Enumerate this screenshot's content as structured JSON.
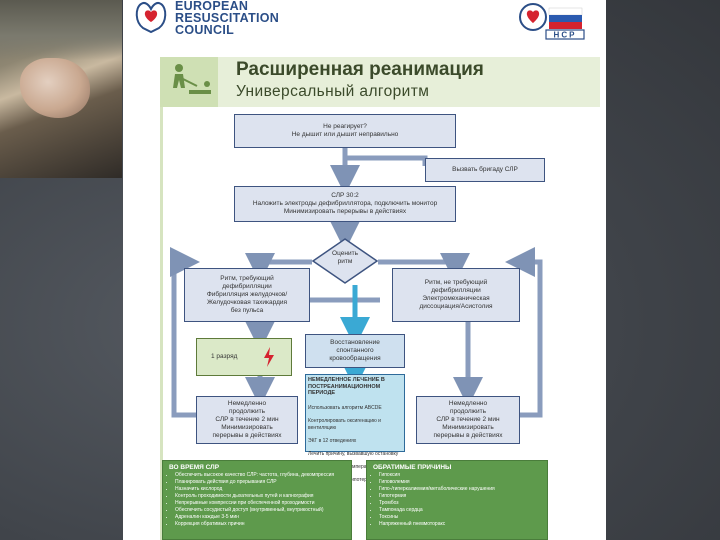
{
  "header": {
    "org_line1": "EUROPEAN",
    "org_line2": "RESUSCITATION",
    "org_line3": "COUNCIL",
    "nsr_abbr": "НСР"
  },
  "title": {
    "main": "Расширенная реанимация",
    "sub": "Универсальный алгоритм"
  },
  "flow": {
    "unresponsive": "Не реагирует?\nНе дышит или дышит неправильно",
    "call_team": "Вызвать бригаду СЛР",
    "cpr": "СЛР 30:2\nНаложить электроды дефибриллятора, подключить монитор\nМинимизировать перерывы в действиях",
    "assess": "Оценить\nритм",
    "shockable": "Ритм, требующий\nдефибрилляции\nФибрилляция желудочков/\nЖелудочковая тахикардия\nбез пульса",
    "nonshockable": "Ритм, не требующий\nдефибрилляции\nЭлектромеханическая\nдиссоциация/Асистолия",
    "one_shock": "1 разряд",
    "rosc": "Восстановление\nспонтанного\nкровообращения",
    "post_title": "НЕМЕДЛЕННОЕ ЛЕЧЕНИЕ В ПОСТРЕАНИМАЦИОННОМ ПЕРИОДЕ",
    "post_items": [
      "Использовать алгоритм ABCDE",
      "Контролировать оксигенацию и вентиляцию",
      "ЭКГ в 12 отведениях",
      "Лечить причину, вызвавшую остановку",
      "Контролировать температуру",
      "Терапевтическая гипотермия"
    ],
    "resume_left": "Немедленно\nпродолжить\nСЛР в течение 2 мин\nМинимизировать\nперерывы в действиях",
    "resume_right": "Немедленно\nпродолжить\nСЛР в течение 2 мин\nМинимизировать\nперерывы в действиях"
  },
  "panels": {
    "left_title": "ВО ВРЕМЯ СЛР",
    "left_items": [
      "Обеспечить высокое качество СЛР: частота, глубина, декомпрессия",
      "Планировать действия до прерывания СЛР",
      "Назначить кислород",
      "Контроль проходимости дыхательных путей и капнография",
      "Непрерывные компрессии при обеспеченной проходимости",
      "Обеспечить сосудистый доступ (внутривенный, внутрикостный)",
      "Адреналин каждые 3-5 мин",
      "Коррекция обратимых причин"
    ],
    "right_title": "ОБРАТИМЫЕ ПРИЧИНЫ",
    "right_items": [
      "Гипоксия",
      "Гиповолемия",
      "Гипо-/гиперкалиемия/метаболические нарушения",
      "Гипотермия",
      "Тромбоз",
      "Тампонада сердца",
      "Токсины",
      "Напряженный пневмоторакс"
    ]
  },
  "colors": {
    "poster_bg": "#ffffff",
    "flow_border": "#3e5480",
    "arrow": "#7f93b5",
    "panel": "#5e9a4c",
    "title_band": "#e7efd9"
  }
}
